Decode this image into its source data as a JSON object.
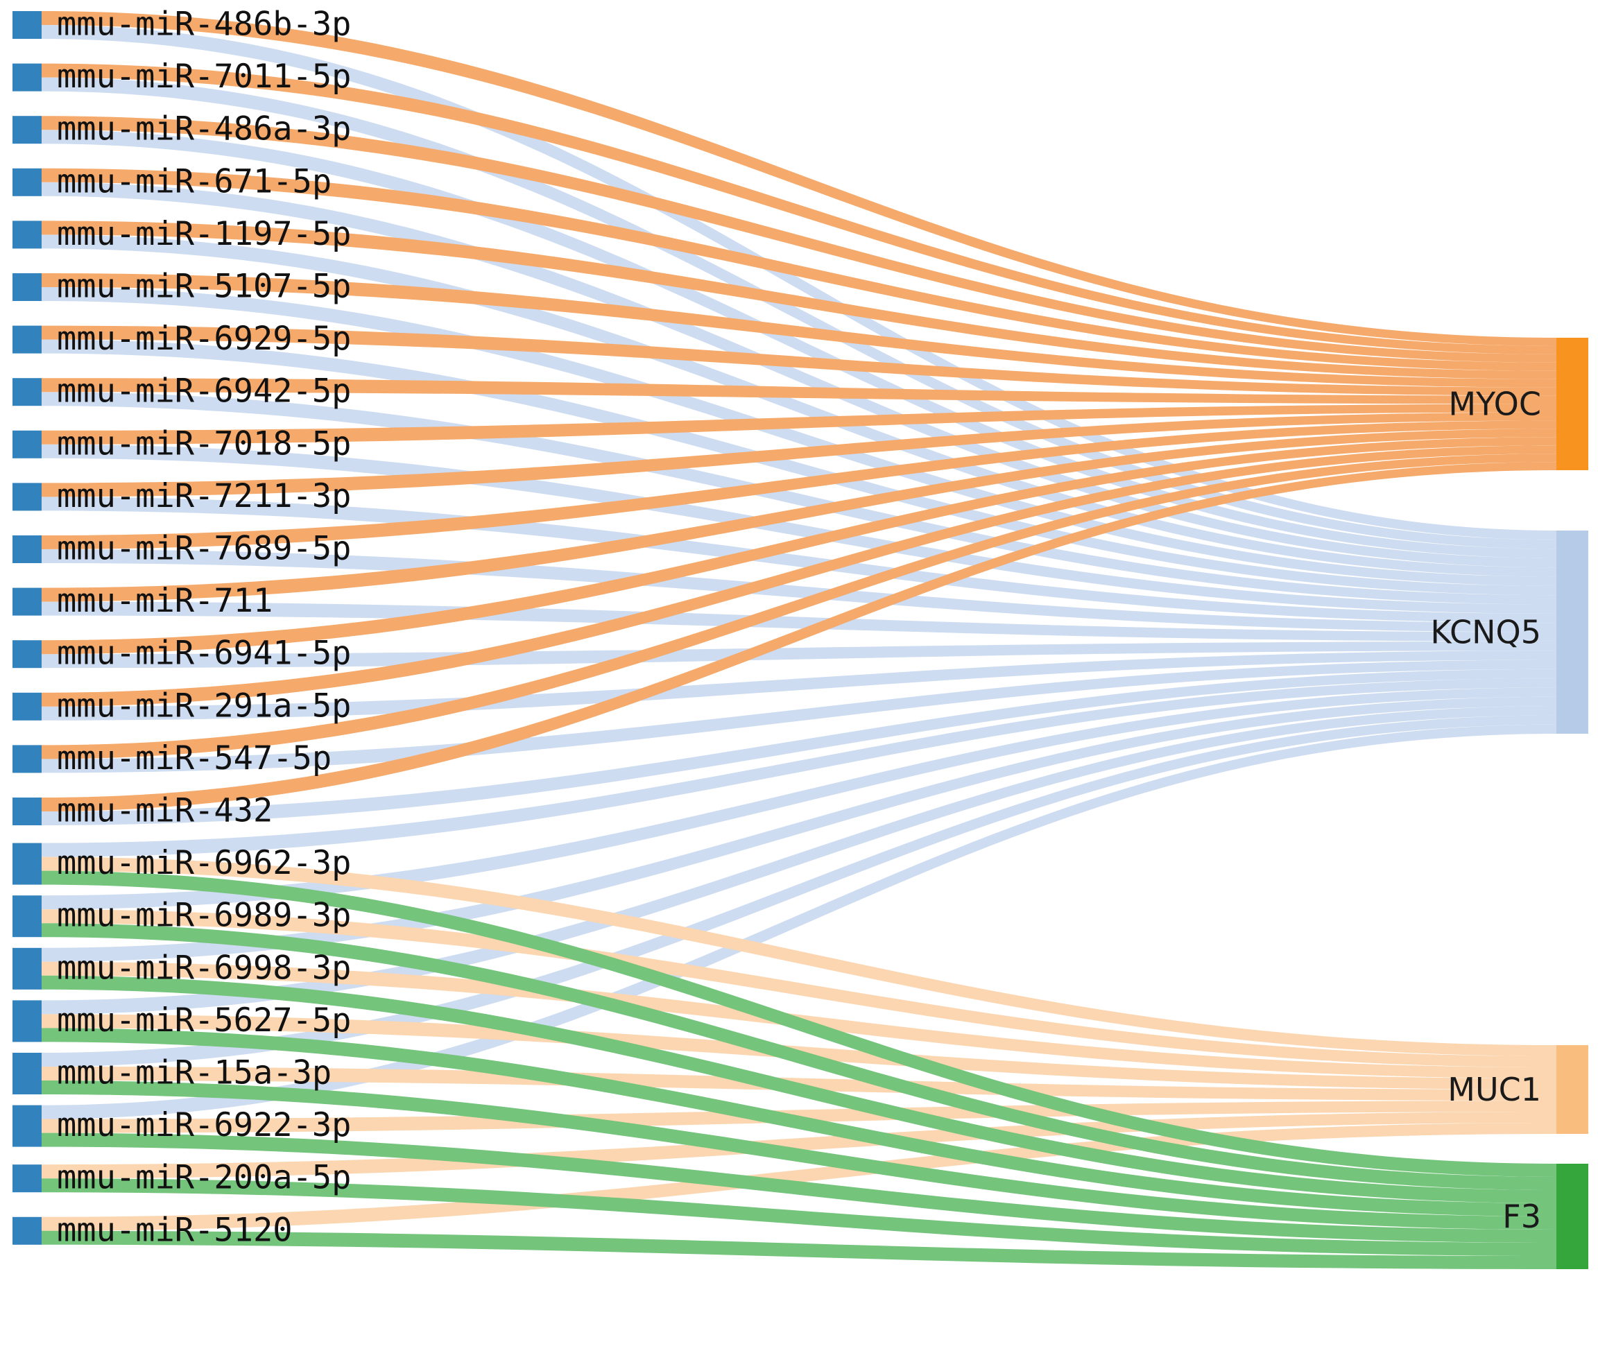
{
  "chart_data": {
    "type": "sankey",
    "title": "",
    "xlabel": "",
    "ylabel": "",
    "legend_position": "none",
    "grid": false,
    "colors": {
      "source_node": "#3182bd",
      "MYOC": "#f7931e",
      "MYOC_link": "#f5a96a",
      "KCNQ5": "#b6cbe8",
      "KCNQ5_link": "#cddcf0",
      "MUC1": "#f9bd7e",
      "MUC1_link": "#fbd6b0",
      "F3": "#34a63c",
      "F3_link": "#74c47c",
      "background": "#ffffff",
      "text": "#111111"
    },
    "source_nodes": [
      {
        "label": "mmu-miR-486b-3p",
        "targets": [
          "MYOC",
          "KCNQ5"
        ]
      },
      {
        "label": "mmu-miR-7011-5p",
        "targets": [
          "MYOC",
          "KCNQ5"
        ]
      },
      {
        "label": "mmu-miR-486a-3p",
        "targets": [
          "MYOC",
          "KCNQ5"
        ]
      },
      {
        "label": "mmu-miR-671-5p",
        "targets": [
          "MYOC",
          "KCNQ5"
        ]
      },
      {
        "label": "mmu-miR-1197-5p",
        "targets": [
          "MYOC",
          "KCNQ5"
        ]
      },
      {
        "label": "mmu-miR-5107-5p",
        "targets": [
          "MYOC",
          "KCNQ5"
        ]
      },
      {
        "label": "mmu-miR-6929-5p",
        "targets": [
          "MYOC",
          "KCNQ5"
        ]
      },
      {
        "label": "mmu-miR-6942-5p",
        "targets": [
          "MYOC",
          "KCNQ5"
        ]
      },
      {
        "label": "mmu-miR-7018-5p",
        "targets": [
          "MYOC",
          "KCNQ5"
        ]
      },
      {
        "label": "mmu-miR-7211-3p",
        "targets": [
          "MYOC",
          "KCNQ5"
        ]
      },
      {
        "label": "mmu-miR-7689-5p",
        "targets": [
          "MYOC",
          "KCNQ5"
        ]
      },
      {
        "label": "mmu-miR-711",
        "targets": [
          "MYOC",
          "KCNQ5"
        ]
      },
      {
        "label": "mmu-miR-6941-5p",
        "targets": [
          "MYOC",
          "KCNQ5"
        ]
      },
      {
        "label": "mmu-miR-291a-5p",
        "targets": [
          "MYOC",
          "KCNQ5"
        ]
      },
      {
        "label": "mmu-miR-547-5p",
        "targets": [
          "MYOC",
          "KCNQ5"
        ]
      },
      {
        "label": "mmu-miR-432",
        "targets": [
          "MYOC",
          "KCNQ5"
        ]
      },
      {
        "label": "mmu-miR-6962-3p",
        "targets": [
          "KCNQ5",
          "MUC1",
          "F3"
        ]
      },
      {
        "label": "mmu-miR-6989-3p",
        "targets": [
          "KCNQ5",
          "MUC1",
          "F3"
        ]
      },
      {
        "label": "mmu-miR-6998-3p",
        "targets": [
          "KCNQ5",
          "MUC1",
          "F3"
        ]
      },
      {
        "label": "mmu-miR-5627-5p",
        "targets": [
          "KCNQ5",
          "MUC1",
          "F3"
        ]
      },
      {
        "label": "mmu-miR-15a-3p",
        "targets": [
          "KCNQ5",
          "MUC1",
          "F3"
        ]
      },
      {
        "label": "mmu-miR-6922-3p",
        "targets": [
          "KCNQ5",
          "MUC1",
          "F3"
        ]
      },
      {
        "label": "mmu-miR-200a-5p",
        "targets": [
          "MUC1",
          "F3"
        ]
      },
      {
        "label": "mmu-miR-5120",
        "targets": [
          "MUC1",
          "F3"
        ]
      }
    ],
    "target_nodes": [
      {
        "label": "MYOC",
        "value": 16,
        "color": "#f7931e"
      },
      {
        "label": "KCNQ5",
        "value": 22,
        "color": "#b6cbe8"
      },
      {
        "label": "MUC1",
        "value": 8,
        "color": "#f9bd7e"
      },
      {
        "label": "F3",
        "value": 8,
        "color": "#34a63c"
      }
    ]
  }
}
